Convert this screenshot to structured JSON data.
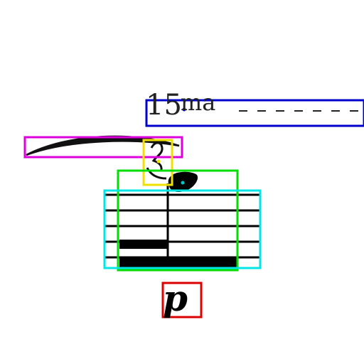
{
  "notation": {
    "ottava_number": "15",
    "ottava_suffix": "ma",
    "dynamic": "p"
  },
  "annotations": {
    "colors": {
      "ottava_box": "#0000cc",
      "slur_box": "#dd00dd",
      "rest_box": "#f0e000",
      "note_box": "#00dd00",
      "staff_box": "#00e5e5",
      "dynamic_box": "#dd0000"
    }
  }
}
